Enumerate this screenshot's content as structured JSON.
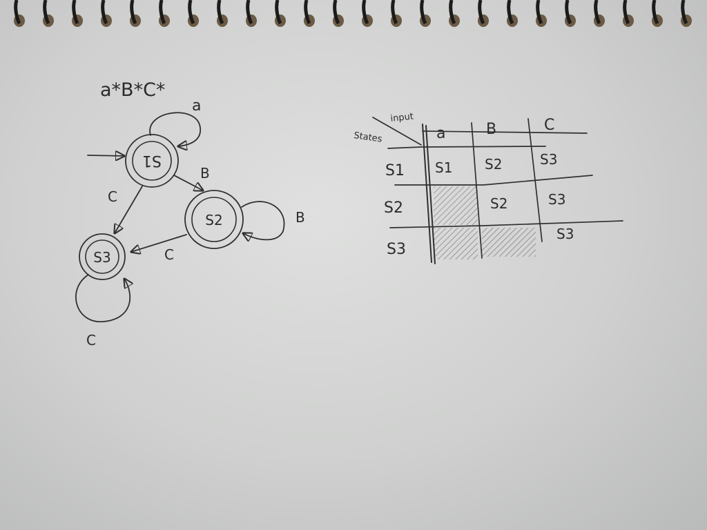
{
  "diagram": {
    "regex": "a*B*C*",
    "states": [
      {
        "id": "s1",
        "label": "S1"
      },
      {
        "id": "s2",
        "label": "S2"
      },
      {
        "id": "s3",
        "label": "S3"
      }
    ],
    "transitions": [
      {
        "from": "s1",
        "to": "s1",
        "label": "a"
      },
      {
        "from": "s1",
        "to": "s2",
        "label": "B"
      },
      {
        "from": "s1",
        "to": "s3",
        "label": "C"
      },
      {
        "from": "s2",
        "to": "s2",
        "label": "B"
      },
      {
        "from": "s2",
        "to": "s3",
        "label": "C"
      },
      {
        "from": "s3",
        "to": "s3",
        "label": "C"
      }
    ],
    "start_state": "s1"
  },
  "table": {
    "corner_row_header": "States",
    "corner_col_header": "input",
    "columns": [
      "a",
      "B",
      "C"
    ],
    "rows": [
      {
        "state": "S1",
        "cells": [
          "S1",
          "S2",
          "S3"
        ]
      },
      {
        "state": "S2",
        "cells": [
          "",
          "S2",
          "S3"
        ]
      },
      {
        "state": "S3",
        "cells": [
          "",
          "",
          "S3"
        ]
      }
    ],
    "blocked_cells": [
      [
        1,
        0
      ],
      [
        2,
        0
      ],
      [
        2,
        1
      ]
    ]
  }
}
